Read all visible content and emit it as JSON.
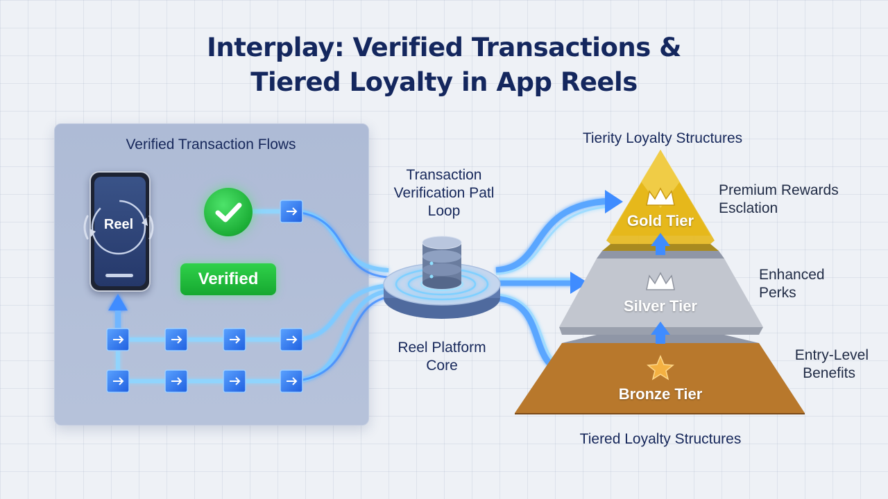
{
  "title": {
    "line1": "Interplay: Verified Transactions &",
    "line2": "Tiered Loyalty in App Reels"
  },
  "left_panel": {
    "heading": "Verified Transaction Flows",
    "phone_label": "Reel",
    "verified_badge": "Verified"
  },
  "center": {
    "loop_label_line1": "Transaction",
    "loop_label_line2": "Verification Patl",
    "loop_label_line3": "Loop",
    "core_label_line1": "Reel Platform",
    "core_label_line2": "Core"
  },
  "pyramid": {
    "top_heading": "Tierity Loyalty Structures",
    "bottom_heading": "Tiered Loyalty Structures",
    "tiers": [
      {
        "name": "Gold Tier",
        "benefit_line1": "Premium Rewards",
        "benefit_line2": "Esclation",
        "color": "#e4b51a",
        "icon": "crown-icon"
      },
      {
        "name": "Silver Tier",
        "benefit_line1": "Enhanced",
        "benefit_line2": "Perks",
        "color": "#b9bdc6",
        "icon": "crown-icon"
      },
      {
        "name": "Bronze Tier",
        "benefit_line1": "Entry-Level",
        "benefit_line2": "Benefits",
        "color": "#b9772a",
        "icon": "star-icon"
      }
    ]
  },
  "colors": {
    "title": "#14275e",
    "flow": "#3f8cff",
    "glow": "#7cc8ff",
    "verified": "#1fb83a",
    "panel": "#b0bdd8"
  }
}
